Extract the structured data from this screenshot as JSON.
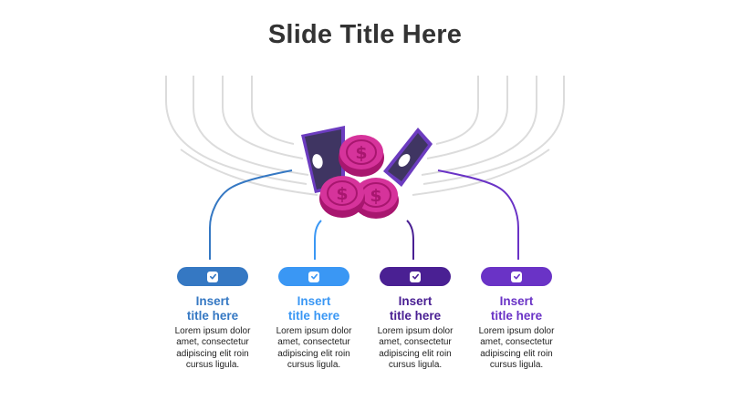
{
  "slide": {
    "title": "Slide Title Here"
  },
  "colors": {
    "line_grey": "#dcdcdc",
    "coin": "#d6339b",
    "coin_dark": "#a8166f",
    "bill": "#3f3562",
    "bill_edge": "#6c3cc0"
  },
  "items": [
    {
      "title_line1": "Insert",
      "title_line2": "title here",
      "body_lines": [
        "Lorem ipsum dolor",
        "amet, consectetur",
        "adipiscing elit roin",
        "cursus ligula."
      ],
      "color": "#3578c3",
      "icon": "check-icon"
    },
    {
      "title_line1": "Insert",
      "title_line2": "title here",
      "body_lines": [
        "Lorem ipsum dolor",
        "amet, consectetur",
        "adipiscing elit roin",
        "cursus ligula."
      ],
      "color": "#3a97f4",
      "icon": "check-icon"
    },
    {
      "title_line1": "Insert",
      "title_line2": "title here",
      "body_lines": [
        "Lorem ipsum dolor",
        "amet, consectetur",
        "adipiscing elit roin",
        "cursus ligula."
      ],
      "color": "#4a2093",
      "icon": "check-icon"
    },
    {
      "title_line1": "Insert",
      "title_line2": "title here",
      "body_lines": [
        "Lorem ipsum dolor",
        "amet, consectetur",
        "adipiscing elit roin",
        "cursus ligula."
      ],
      "color": "#6a33c6",
      "icon": "check-icon"
    }
  ]
}
